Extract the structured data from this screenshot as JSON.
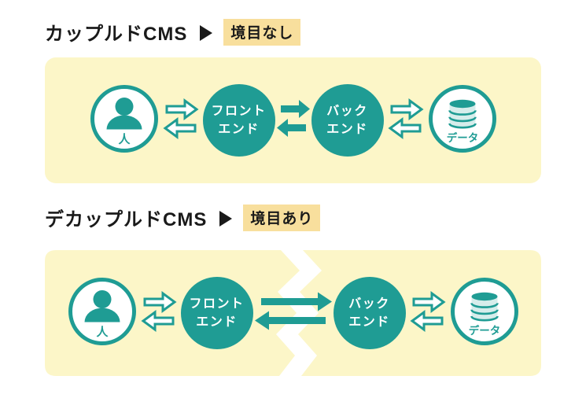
{
  "colors": {
    "teal": "#1F9C94",
    "cylinder_light": "#D6EDEB",
    "panel_yellow": "#FCF6C8",
    "tag_highlight": "#F8DF9D",
    "title_text": "#1A1A1A",
    "node_text": "#FFFFFF",
    "page_background": "#FFFFFF"
  },
  "sections": [
    {
      "title": "カップルドCMS",
      "tag": "境目なし",
      "person_label": "人",
      "frontend_line1": "フロント",
      "frontend_line2": "エンド",
      "backend_line1": "バック",
      "backend_line2": "エンド",
      "data_label": "データ",
      "torn": false
    },
    {
      "title": "デカップルドCMS",
      "tag": "境目あり",
      "person_label": "人",
      "frontend_line1": "フロント",
      "frontend_line2": "エンド",
      "backend_line1": "バック",
      "backend_line2": "エンド",
      "data_label": "データ",
      "torn": true
    }
  ]
}
